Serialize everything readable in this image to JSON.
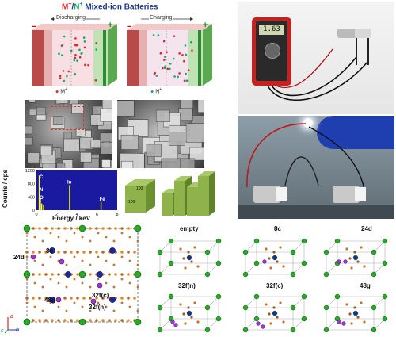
{
  "battery": {
    "title_m": "M",
    "title_sup1": "+",
    "title_sep": "/",
    "title_n": "N",
    "title_sup2": "+",
    "title_rest": " Mixed-ion Batteries",
    "discharging": "Discharging",
    "charging": "Charging",
    "minus": "−",
    "plus": "+",
    "ion_m": "M",
    "ion_n": "N",
    "ion_sup": "+",
    "color_m": "#e02a2a",
    "color_n": "#1aa66a"
  },
  "photo": {
    "meter_reading": "1.63"
  },
  "eds": {
    "ylabel": "Counts / cps",
    "xlabel": "Energy / keV",
    "y_ticks": [
      "1200",
      "800",
      "400",
      "0"
    ],
    "x_ticks": [
      "0",
      "2",
      "4",
      "6",
      "8"
    ],
    "peaks": [
      "C",
      "N",
      "O",
      "In",
      "Fe"
    ]
  },
  "facet": {
    "f1": "100",
    "f2": "100"
  },
  "structure": {
    "sites": [
      "24d",
      "8c",
      "48g",
      "32f(c)",
      "32f(n)"
    ],
    "axes": {
      "a": "a",
      "b": "b",
      "c": "c"
    }
  },
  "panels": {
    "row1": [
      "empty",
      "8c",
      "24d"
    ],
    "row2": [
      "32f(n)",
      "32f(c)",
      "48g"
    ]
  },
  "chart_data": {
    "type": "bar",
    "xlabel": "Energy / keV",
    "ylabel": "Counts / cps",
    "xlim": [
      0,
      8
    ],
    "ylim": [
      0,
      1200
    ],
    "series": [
      {
        "x": [
          0.28,
          0.39,
          0.52,
          0.71,
          3.29,
          6.4
        ],
        "values": [
          1050,
          360,
          200,
          160,
          760,
          240
        ],
        "labels": [
          "C",
          "N",
          "O",
          "",
          "In",
          "Fe"
        ]
      }
    ]
  }
}
